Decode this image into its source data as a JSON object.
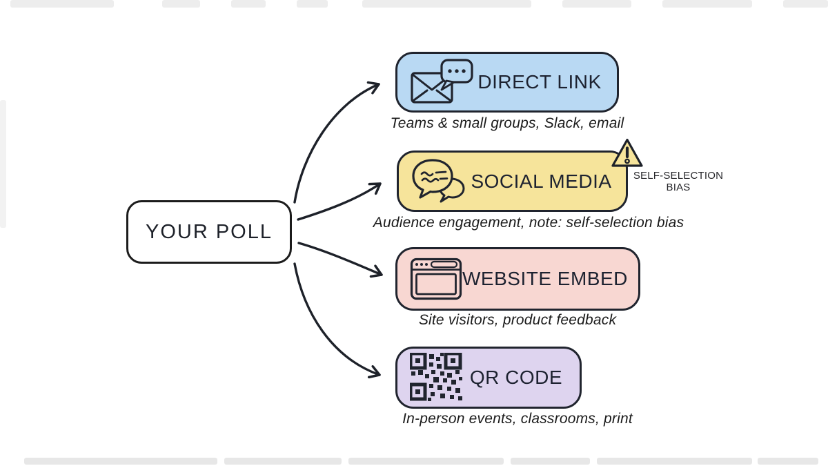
{
  "root_node": {
    "label": "YOUR POLL"
  },
  "channels": [
    {
      "name": "direct-link",
      "label": "DIRECT LINK",
      "caption": "Teams & small groups, Slack, email",
      "fill": "#b9d9f3",
      "icon": "envelope-chat-icon"
    },
    {
      "name": "social-media",
      "label": "SOCIAL MEDIA",
      "caption": "Audience engagement, note: self-selection bias",
      "fill": "#f6e49b",
      "icon": "speech-bubbles-icon"
    },
    {
      "name": "website-embed",
      "label": "WEBSITE EMBED",
      "caption": "Site visitors, product feedback",
      "fill": "#f8d7d2",
      "icon": "browser-window-icon"
    },
    {
      "name": "qr-code",
      "label": "QR CODE",
      "caption": "In-person events, classrooms, print",
      "fill": "#ded4ef",
      "icon": "qr-code-icon"
    }
  ],
  "warning": {
    "icon": "warning-triangle-icon",
    "line1": "SELF-SELECTION",
    "line2": "BIAS",
    "fill": "#f6e49b"
  },
  "colors": {
    "background": "#ffffff",
    "ink": "#1d2129",
    "node_border": "#20242e",
    "root_fill": "#ffffff"
  }
}
